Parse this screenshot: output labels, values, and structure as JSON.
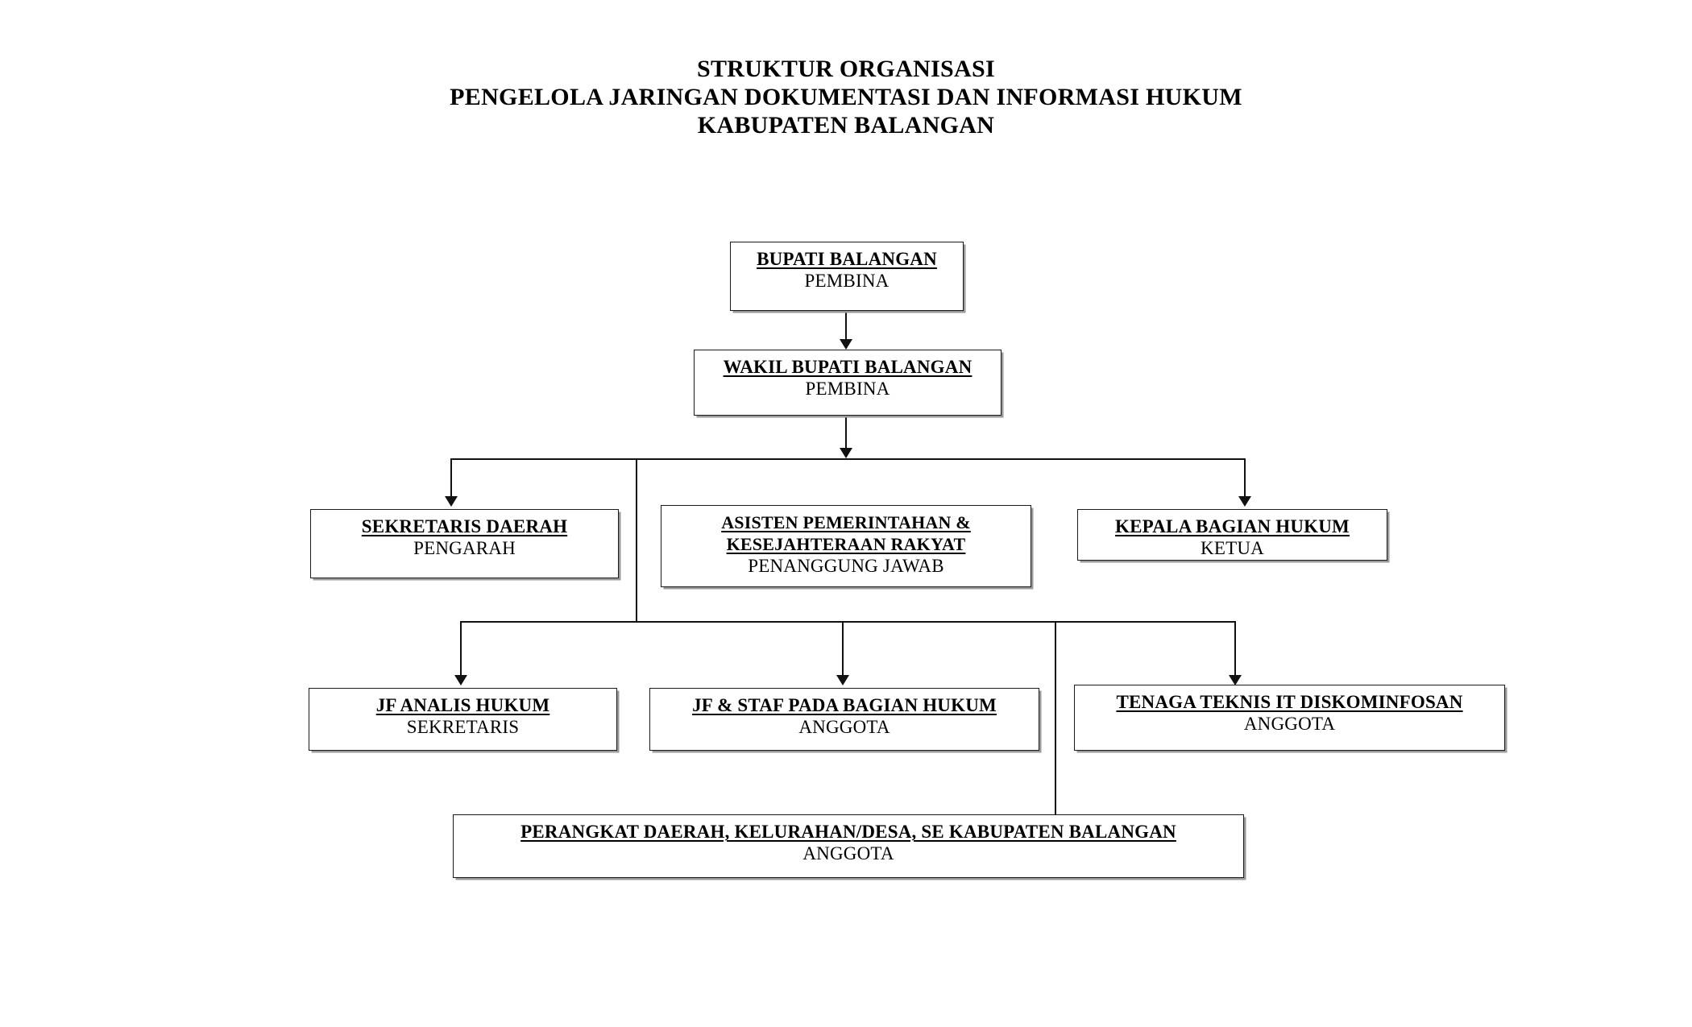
{
  "title": {
    "line1": "STRUKTUR ORGANISASI",
    "line2": "PENGELOLA JARINGAN DOKUMENTASI DAN INFORMASI HUKUM",
    "line3": "KABUPATEN BALANGAN"
  },
  "colors": {
    "line": "#111111",
    "box_border": "#1a1a1a",
    "box_shadow": "#9a9a9a",
    "background": "#ffffff",
    "text": "#000000"
  },
  "chart_data": {
    "type": "diagram",
    "subtype": "organizational-hierarchy",
    "title": "STRUKTUR ORGANISASI PENGELOLA JARINGAN DOKUMENTASI DAN INFORMASI HUKUM KABUPATEN BALANGAN",
    "nodes": [
      {
        "id": "bupati",
        "title": "BUPATI BALANGAN",
        "role": "PEMBINA",
        "level": 1
      },
      {
        "id": "wakil",
        "title": "WAKIL BUPATI BALANGAN",
        "role": "PEMBINA",
        "level": 2
      },
      {
        "id": "sekda",
        "title": "SEKRETARIS DAERAH",
        "role": "PENGARAH",
        "level": 3
      },
      {
        "id": "asisten",
        "title": "ASISTEN PEMERINTAHAN &",
        "title2": "KESEJAHTERAAN RAKYAT",
        "role": "PENANGGUNG JAWAB",
        "level": 3
      },
      {
        "id": "kabag",
        "title": "KEPALA BAGIAN HUKUM",
        "role": "KETUA",
        "level": 3
      },
      {
        "id": "jfanalis",
        "title": "JF ANALIS HUKUM",
        "role": "SEKRETARIS",
        "level": 4
      },
      {
        "id": "jfstaf",
        "title": "JF & STAF PADA BAGIAN HUKUM",
        "role": "ANGGOTA",
        "level": 4
      },
      {
        "id": "tenagait",
        "title": "TENAGA TEKNIS IT DISKOMINFOSAN",
        "role": "ANGGOTA",
        "level": 4
      },
      {
        "id": "perangkat",
        "title": "PERANGKAT DAERAH, KELURAHAN/DESA, SE KABUPATEN BALANGAN",
        "role": "ANGGOTA",
        "level": 5
      }
    ],
    "edges": [
      {
        "from": "bupati",
        "to": "wakil",
        "style": "arrow"
      },
      {
        "from": "wakil",
        "to": "sekda",
        "style": "arrow"
      },
      {
        "from": "wakil",
        "to": "asisten",
        "style": "arrow"
      },
      {
        "from": "wakil",
        "to": "kabag",
        "style": "arrow"
      },
      {
        "from": "asisten",
        "to": "jfanalis",
        "style": "arrow"
      },
      {
        "from": "asisten",
        "to": "jfstaf",
        "style": "arrow"
      },
      {
        "from": "asisten",
        "to": "tenagait",
        "style": "arrow"
      },
      {
        "from": "asisten",
        "to": "perangkat",
        "style": "plain"
      }
    ]
  }
}
